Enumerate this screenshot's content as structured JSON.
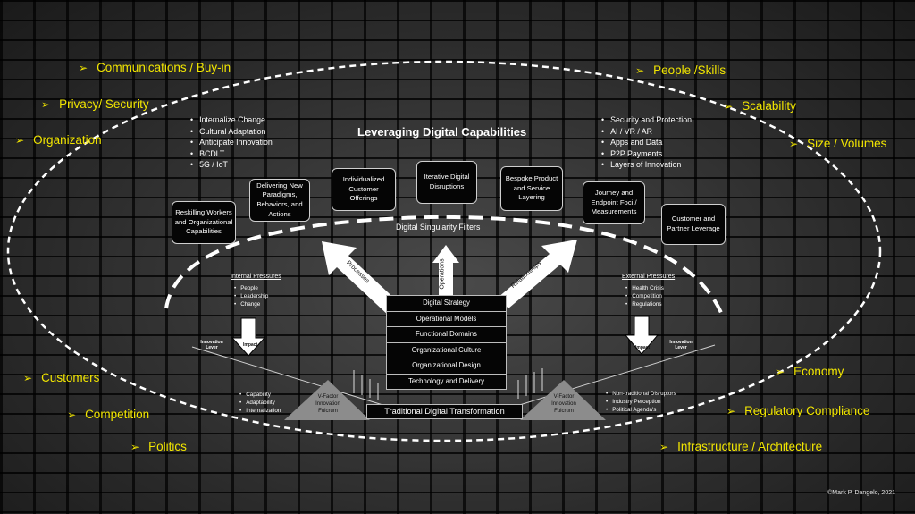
{
  "title": "Leveraging Digital Capabilities",
  "outer_left_labels": [
    "Communications / Buy-in",
    "Privacy/ Security",
    "Organization",
    "Customers",
    "Competition",
    "Politics"
  ],
  "outer_right_labels": [
    "People /Skills",
    "Scalability",
    "Size / Volumes",
    "Economy",
    "Regulatory Compliance",
    "Infrastructure / Architecture"
  ],
  "inner_left_list": [
    "Internalize Change",
    "Cultural Adaptation",
    "Anticipate Innovation",
    "BCDLT",
    "5G / IoT"
  ],
  "inner_right_list": [
    "Security and Protection",
    "AI / VR / AR",
    "Apps and Data",
    "P2P Payments",
    "Layers of Innovation"
  ],
  "capability_boxes": [
    "Reskilling Workers and Organizational Capabilities",
    "Delivering New Paradigms, Behaviors, and Actions",
    "Individualized Customer Offerings",
    "Iterative Digital Disruptions",
    "Bespoke Product and Service Layering",
    "Journey and Endpoint Foci / Measurements",
    "Customer and Partner Leverage"
  ],
  "filters_label": "Digital Singularity Filters",
  "arrow_labels": {
    "left": "Processes",
    "center": "Operations",
    "right": "Relationships"
  },
  "stack": [
    "Digital Strategy",
    "Operational Models",
    "Functional Domains",
    "Organizational Culture",
    "Organizational Design",
    "Technology and Delivery"
  ],
  "traditional": "Traditional Digital Transformation",
  "internal": {
    "heading": "Internal Pressures",
    "items": [
      "People",
      "Leadership",
      "Change"
    ]
  },
  "external": {
    "heading": "External Pressures",
    "items": [
      "Health Crisis",
      "Competition",
      "Regulations"
    ]
  },
  "impact": "Impact",
  "lever": "Innovation Lever",
  "fulcrum": "V-Factor Innovation Fulcrum",
  "fulcrum_left_list": [
    "Capability",
    "Adaptability",
    "Internalization"
  ],
  "fulcrum_right_list": [
    "Non-traditional Disruptors",
    "Industry Perception",
    "Political Agenda's"
  ],
  "copyright": "©Mark P. Dangelo, 2021",
  "colors": {
    "accent_yellow": "#f2e600",
    "box_fill": "#050505",
    "ellipse": "#ffffff",
    "fulcrum": "#8c8c8c"
  }
}
